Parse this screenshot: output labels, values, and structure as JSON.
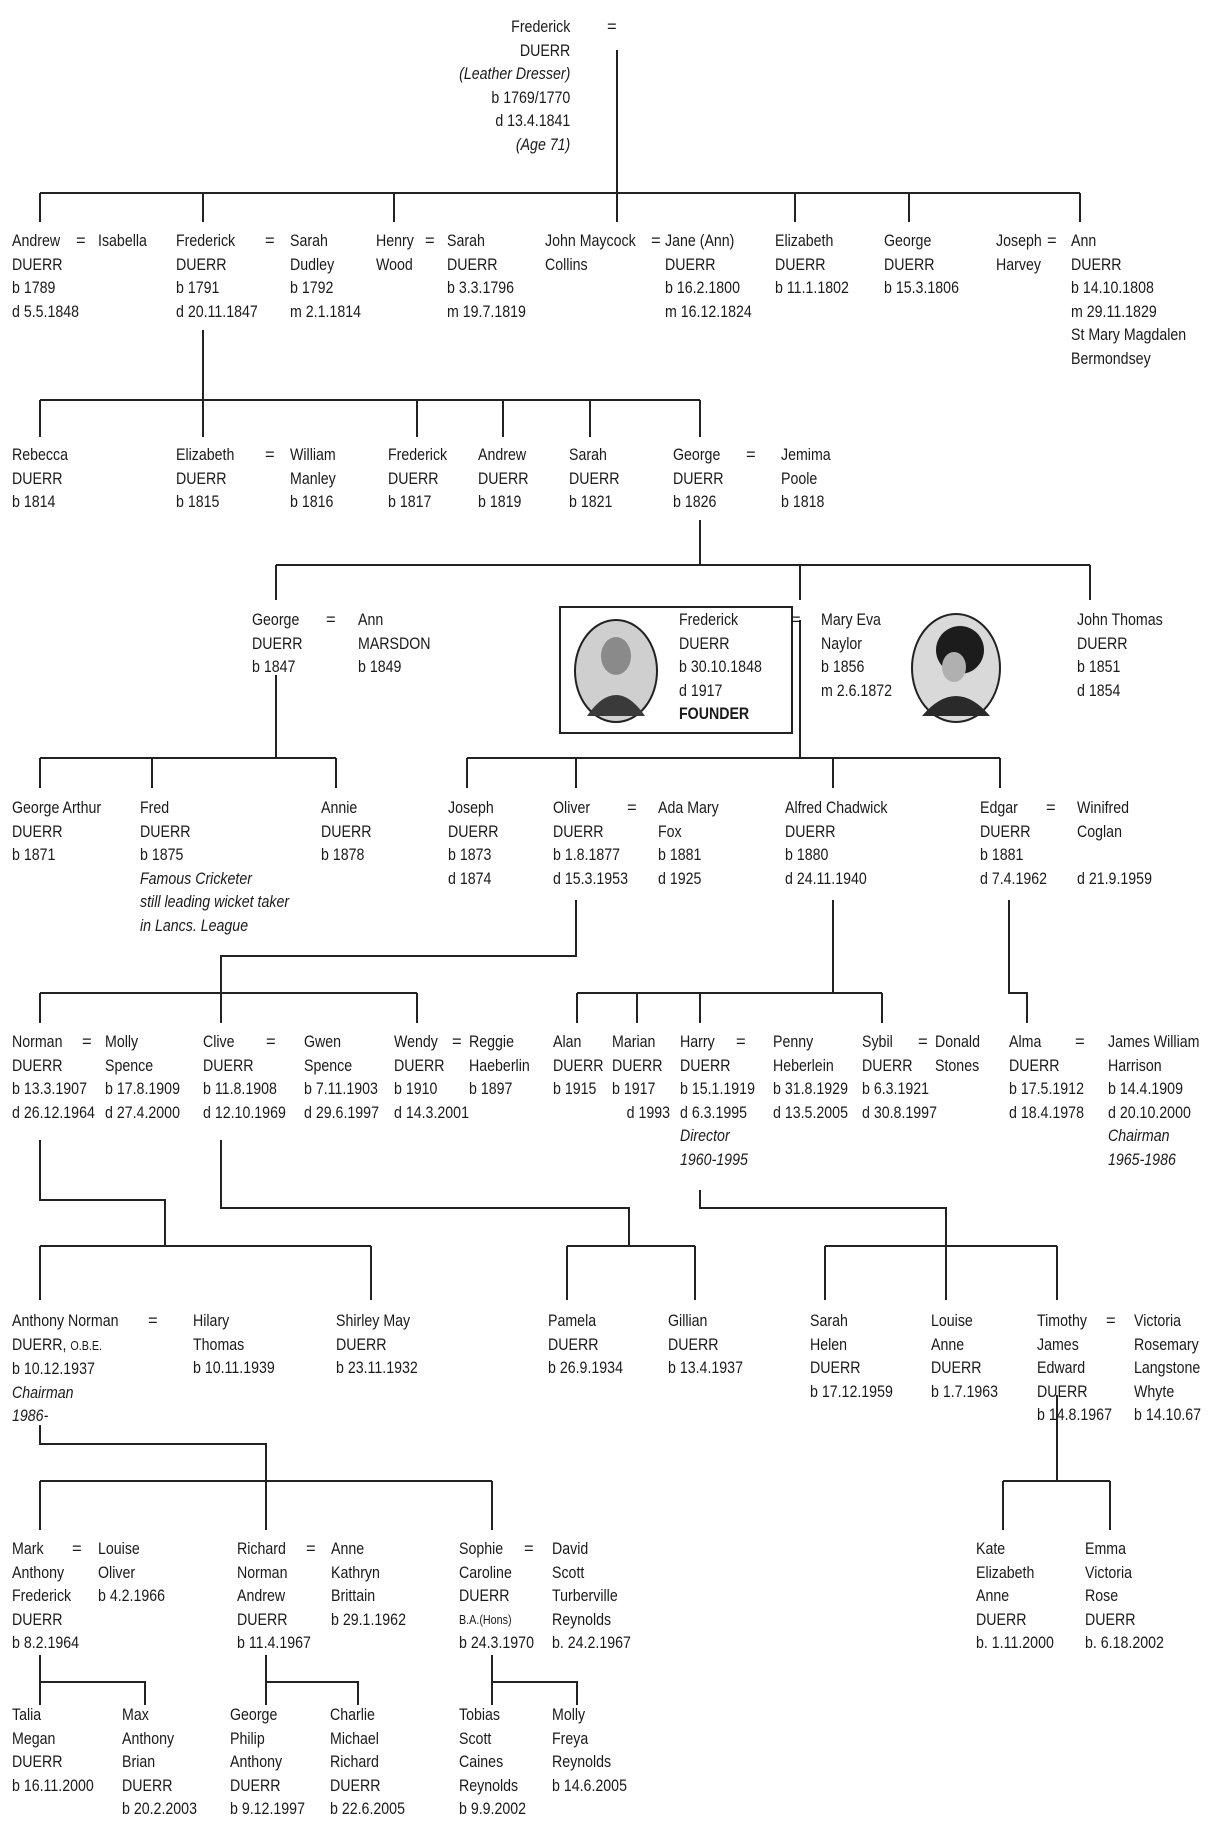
{
  "eq": "=",
  "people": {
    "frederick_root": {
      "lines": [
        "Frederick",
        "DUERR",
        "(Leather Dresser)",
        "b 1769/1770",
        "d 13.4.1841",
        "(Age 71)"
      ]
    },
    "andrew_1789": {
      "lines": [
        "Andrew",
        "DUERR",
        "b 1789",
        "d 5.5.1848"
      ]
    },
    "isabella": {
      "lines": [
        "Isabella"
      ]
    },
    "frederick_1791": {
      "lines": [
        "Frederick",
        "DUERR",
        "b 1791",
        "d 20.11.1847"
      ]
    },
    "sarah_dudley": {
      "lines": [
        "Sarah",
        "Dudley",
        "b 1792",
        "m 2.1.1814"
      ]
    },
    "henry_wood": {
      "lines": [
        "Henry",
        "Wood"
      ]
    },
    "sarah_1796": {
      "lines": [
        "Sarah",
        "DUERR",
        "b 3.3.1796",
        "m 19.7.1819"
      ]
    },
    "john_maycock": {
      "lines": [
        "John Maycock",
        "Collins"
      ]
    },
    "jane_ann": {
      "lines": [
        "Jane (Ann)",
        "DUERR",
        "b 16.2.1800",
        "m 16.12.1824"
      ]
    },
    "elizabeth_1802": {
      "lines": [
        "Elizabeth",
        "DUERR",
        "b 11.1.1802"
      ]
    },
    "george_1806": {
      "lines": [
        "George",
        "DUERR",
        "b 15.3.1806"
      ]
    },
    "joseph_harvey": {
      "lines": [
        "Joseph",
        "Harvey"
      ]
    },
    "ann_1808": {
      "lines": [
        "Ann",
        "DUERR",
        "b 14.10.1808",
        "m 29.11.1829",
        "St Mary Magdalen",
        "Bermondsey"
      ]
    },
    "rebecca": {
      "lines": [
        "Rebecca",
        "DUERR",
        "b 1814"
      ]
    },
    "elizabeth_1815": {
      "lines": [
        "Elizabeth",
        "DUERR",
        "b 1815"
      ]
    },
    "william_manley": {
      "lines": [
        "William",
        "Manley",
        "b 1816"
      ]
    },
    "frederick_1817": {
      "lines": [
        "Frederick",
        "DUERR",
        "b 1817"
      ]
    },
    "andrew_1819": {
      "lines": [
        "Andrew",
        "DUERR",
        "b 1819"
      ]
    },
    "sarah_1821": {
      "lines": [
        "Sarah",
        "DUERR",
        "b 1821"
      ]
    },
    "george_1826": {
      "lines": [
        "George",
        "DUERR",
        "b 1826"
      ]
    },
    "jemima": {
      "lines": [
        "Jemima",
        "Poole",
        "b 1818"
      ]
    },
    "george_1847": {
      "lines": [
        "George",
        "DUERR",
        "b 1847"
      ]
    },
    "ann_marsdon": {
      "lines": [
        "Ann",
        "MARSDON",
        "b 1849"
      ]
    },
    "frederick_founder": {
      "lines": [
        "Frederick",
        "DUERR",
        "b 30.10.1848",
        "d 1917",
        "FOUNDER"
      ]
    },
    "mary_eva": {
      "lines": [
        "Mary Eva",
        "Naylor",
        "b 1856",
        "m 2.6.1872"
      ]
    },
    "john_thomas": {
      "lines": [
        "John Thomas",
        "DUERR",
        "b 1851",
        "d 1854"
      ]
    },
    "george_arthur": {
      "lines": [
        "George Arthur",
        "DUERR",
        "b 1871"
      ]
    },
    "fred_1875": {
      "lines": [
        "Fred",
        "DUERR",
        "b 1875",
        "Famous Cricketer",
        "still leading wicket taker",
        "in Lancs. League"
      ]
    },
    "annie": {
      "lines": [
        "Annie",
        "DUERR",
        "b 1878"
      ]
    },
    "joseph_1873": {
      "lines": [
        "Joseph",
        "DUERR",
        "b 1873",
        "d 1874"
      ]
    },
    "oliver": {
      "lines": [
        "Oliver",
        "DUERR",
        "b 1.8.1877",
        "d 15.3.1953"
      ]
    },
    "ada_mary": {
      "lines": [
        "Ada Mary",
        "Fox",
        "b 1881",
        "d 1925"
      ]
    },
    "alfred": {
      "lines": [
        "Alfred Chadwick",
        "DUERR",
        "b 1880",
        "d 24.11.1940"
      ]
    },
    "edgar": {
      "lines": [
        "Edgar",
        "DUERR",
        "b 1881",
        "d 7.4.1962"
      ]
    },
    "winifred": {
      "lines": [
        "Winifred",
        "Coglan",
        "",
        "d 21.9.1959"
      ]
    },
    "norman": {
      "lines": [
        "Norman",
        "DUERR",
        "b 13.3.1907",
        "d 26.12.1964"
      ]
    },
    "molly_spence": {
      "lines": [
        "Molly",
        "Spence",
        "b 17.8.1909",
        "d 27.4.2000"
      ]
    },
    "clive": {
      "lines": [
        "Clive",
        "DUERR",
        "b 11.8.1908",
        "d 12.10.1969"
      ]
    },
    "gwen": {
      "lines": [
        "Gwen",
        "Spence",
        "b 7.11.1903",
        "d 29.6.1997"
      ]
    },
    "wendy": {
      "lines": [
        "Wendy",
        "DUERR",
        "b 1910",
        "d 14.3.2001"
      ]
    },
    "reggie": {
      "lines": [
        "Reggie",
        "Haeberlin",
        "b 1897"
      ]
    },
    "alan": {
      "lines": [
        "Alan",
        "DUERR",
        "b 1915"
      ]
    },
    "marian": {
      "lines": [
        "Marian",
        "DUERR",
        "b 1917",
        "d 1993"
      ]
    },
    "harry": {
      "lines": [
        "Harry",
        "DUERR",
        "b 15.1.1919",
        "d 6.3.1995",
        "Director",
        "1960-1995"
      ]
    },
    "penny": {
      "lines": [
        "Penny",
        "Heberlein",
        "b 31.8.1929",
        "d 13.5.2005"
      ]
    },
    "sybil": {
      "lines": [
        "Sybil",
        "DUERR",
        "b 6.3.1921",
        "d 30.8.1997"
      ]
    },
    "donald": {
      "lines": [
        "Donald",
        "Stones"
      ]
    },
    "alma": {
      "lines": [
        "Alma",
        "DUERR",
        "b 17.5.1912",
        "d 18.4.1978"
      ]
    },
    "james_william": {
      "lines": [
        "James William",
        "Harrison",
        "b 14.4.1909",
        "d 20.10.2000",
        "Chairman",
        "1965-1986"
      ]
    },
    "anthony_norman": {
      "lines": [
        "Anthony Norman",
        "DUERR,",
        "b 10.12.1937",
        "Chairman",
        "1986-"
      ],
      "obe": "O.B.E."
    },
    "hilary": {
      "lines": [
        "Hilary",
        "Thomas",
        "b 10.11.1939"
      ]
    },
    "shirley": {
      "lines": [
        "Shirley May",
        "DUERR",
        "b 23.11.1932"
      ]
    },
    "pamela": {
      "lines": [
        "Pamela",
        "DUERR",
        "b 26.9.1934"
      ]
    },
    "gillian": {
      "lines": [
        "Gillian",
        "DUERR",
        "b 13.4.1937"
      ]
    },
    "sarah_helen": {
      "lines": [
        "Sarah",
        "Helen",
        "DUERR",
        "b 17.12.1959"
      ]
    },
    "louise_anne": {
      "lines": [
        "Louise",
        "Anne",
        "DUERR",
        "b 1.7.1963"
      ]
    },
    "timothy": {
      "lines": [
        "Timothy",
        "James",
        "Edward",
        "DUERR",
        "b 14.8.1967"
      ]
    },
    "victoria": {
      "lines": [
        "Victoria",
        "Rosemary",
        "Langstone",
        "Whyte",
        "b 14.10.67"
      ]
    },
    "mark": {
      "lines": [
        "Mark",
        "Anthony",
        "Frederick",
        "DUERR",
        "b 8.2.1964"
      ]
    },
    "louise_oliver": {
      "lines": [
        "Louise",
        "Oliver",
        "b 4.2.1966"
      ]
    },
    "richard": {
      "lines": [
        "Richard",
        "Norman",
        "Andrew",
        "DUERR",
        "b 11.4.1967"
      ]
    },
    "anne_kathryn": {
      "lines": [
        "Anne",
        "Kathryn",
        "Brittain",
        "b 29.1.1962"
      ]
    },
    "sophie": {
      "lines": [
        "Sophie",
        "Caroline",
        "DUERR",
        "B.A.(Hons)",
        "b 24.3.1970"
      ]
    },
    "david": {
      "lines": [
        "David",
        "Scott",
        "Turberville",
        "Reynolds",
        "b. 24.2.1967"
      ]
    },
    "kate": {
      "lines": [
        "Kate",
        "Elizabeth",
        "Anne",
        "DUERR",
        "b. 1.11.2000"
      ]
    },
    "emma": {
      "lines": [
        "Emma",
        "Victoria",
        "Rose",
        "DUERR",
        "b. 6.18.2002"
      ]
    },
    "talia": {
      "lines": [
        "Talia",
        "Megan",
        "DUERR",
        "b 16.11.2000"
      ]
    },
    "max": {
      "lines": [
        "Max",
        "Anthony",
        "Brian",
        "DUERR",
        "b 20.2.2003"
      ]
    },
    "george_philip": {
      "lines": [
        "George",
        "Philip",
        "Anthony",
        "DUERR",
        "b 9.12.1997"
      ]
    },
    "charlie": {
      "lines": [
        "Charlie",
        "Michael",
        "Richard",
        "DUERR",
        "b 22.6.2005"
      ]
    },
    "tobias": {
      "lines": [
        "Tobias",
        "Scott",
        "Caines",
        "Reynolds",
        "b 9.9.2002"
      ]
    },
    "molly_freya": {
      "lines": [
        "Molly",
        "Freya",
        "Reynolds",
        "b 14.6.2005"
      ]
    }
  }
}
